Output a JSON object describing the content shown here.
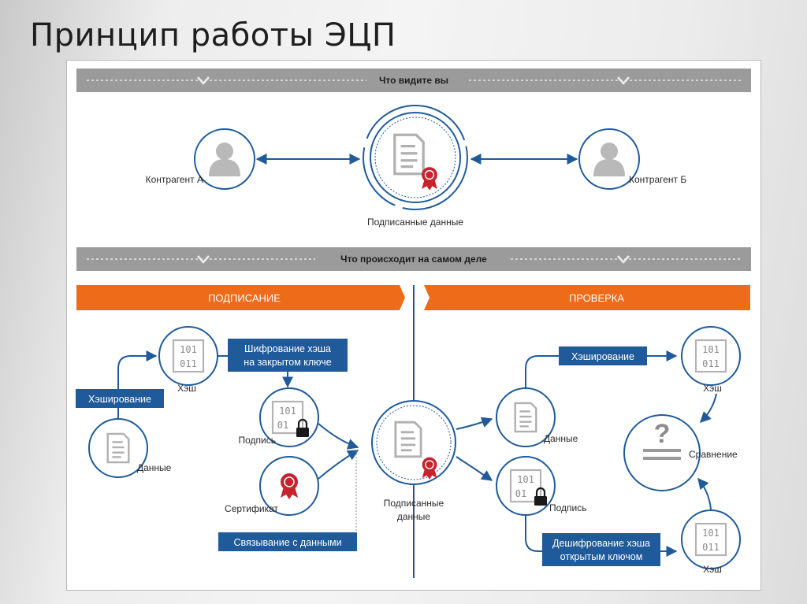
{
  "slide": {
    "title": "Принцип работы ЭЦП"
  },
  "top_bar": {
    "label": "Что видите вы"
  },
  "top": {
    "party_a": "Контрагент А",
    "party_b": "Контрагент Б",
    "signed_data": "Подписанные данные"
  },
  "middle_bar": {
    "label": "Что происходит на самом деле"
  },
  "signing": {
    "header": "ПОДПИСАНИЕ",
    "hashing": "Хэширование",
    "hash": "Хэш",
    "data": "Данные",
    "encrypt_line1": "Шифрование хэша",
    "encrypt_line2": "на закрытом ключе",
    "signature": "Подпись",
    "certificate": "Сертификат",
    "bind": "Связывание с данными",
    "binary_top": "101",
    "binary_bottom": "011",
    "binary_bottom_locked": "01"
  },
  "center": {
    "signed_line1": "Подписанные",
    "signed_line2": "данные"
  },
  "verify": {
    "header": "ПРОВЕРКА",
    "hashing": "Хэширование",
    "hash_top": "Хэш",
    "data": "Данные",
    "signature": "Подпись",
    "compare": "Сравнение",
    "question": "?",
    "decrypt_line1": "Дешифрование хэша",
    "decrypt_line2": "открытым ключом",
    "hash_bottom": "Хэш"
  },
  "colors": {
    "blue": "#1f5a9a",
    "orange": "#ee6b1a",
    "gray_bar": "#9b9b9b",
    "icon_gray": "#b4b4b4",
    "seal_red": "#c8232c"
  },
  "icons": [
    "person-icon",
    "document-icon",
    "seal-icon",
    "lock-icon",
    "chevron-down-icon",
    "binary-icon"
  ]
}
